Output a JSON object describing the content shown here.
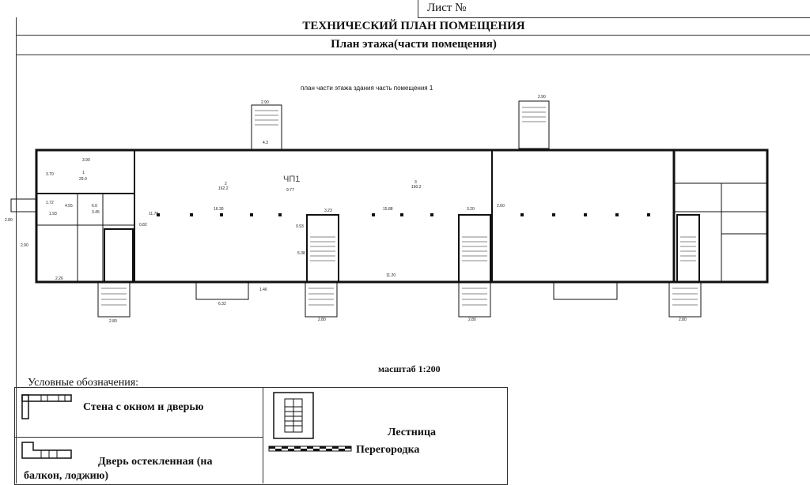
{
  "header": {
    "sheet_label": "Лист №",
    "title": "ТЕХНИЧЕСКИЙ ПЛАН ПОМЕЩЕНИЯ",
    "subtitle": "План этажа(части помещения)"
  },
  "plan": {
    "caption": "план части этажа здания часть помещения  1",
    "label_main": "ЧП1",
    "scale": "масштаб 1:200",
    "dims": [
      "2.90",
      "3.90",
      "2.90",
      "3.70",
      "29.9",
      "1.72",
      "4.55",
      "3.45",
      "6.0",
      "1.93",
      "11.75",
      "16.30",
      "162.2",
      "9.77",
      "3.23",
      "15.88",
      "160.2",
      "3.20",
      "2.60",
      "0.82",
      "0.93",
      "5.38",
      "11.20",
      "2.90",
      "2.26",
      "6.32",
      "1.46",
      "2.80",
      "2.80",
      "2.80",
      "2.80",
      "2.80",
      "4.3",
      "1",
      "2",
      "3"
    ]
  },
  "legend": {
    "title": "Условные обозначения:",
    "wall": "Стена с окном и дверью",
    "stairs": "Лестница",
    "glazed_door_line1": "Дверь остекленная (на",
    "glazed_door_line2": "балкон, лоджию)",
    "partition": "Перегородка"
  }
}
